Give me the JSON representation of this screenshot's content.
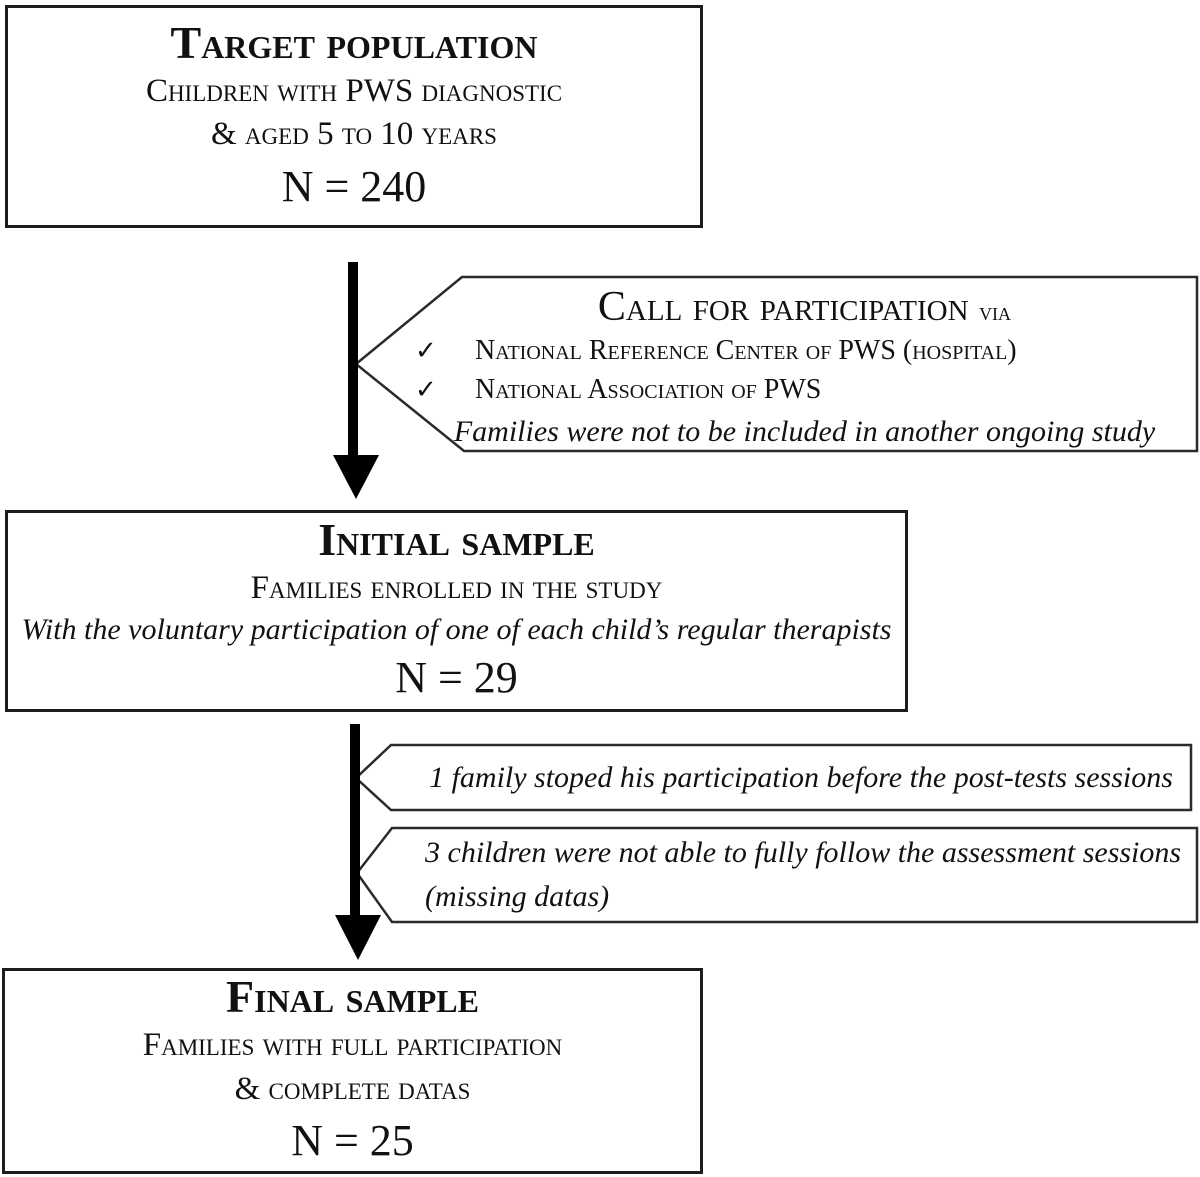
{
  "flowchart": {
    "boxes": {
      "target_population": {
        "title": "Target population",
        "line1": "Children with PWS diagnostic",
        "line2": "& aged 5 to 10 years",
        "count": "N = 240"
      },
      "initial_sample": {
        "title": "Initial sample",
        "line1": "Families enrolled in the study",
        "note_italic": "With the voluntary participation of one of each child’s regular therapists",
        "count": "N = 29"
      },
      "final_sample": {
        "title": "Final sample",
        "line1": "Families with full participation",
        "line2": "& complete datas",
        "count": "N = 25"
      }
    },
    "callouts": {
      "call_for_participation": {
        "title": "Call for participation",
        "title_suffix": "via",
        "check_icon": "✓",
        "items": [
          "National Reference Center of PWS (hospital)",
          "National Association of PWS"
        ],
        "note_italic": "Families were not to be included in another ongoing study"
      },
      "dropout_1": {
        "text": "1 family stoped his participation before the post-tests sessions"
      },
      "dropout_2": {
        "line1": "3 children were not able to fully follow the assessment sessions",
        "line2": "(missing datas)"
      }
    },
    "colors": {
      "ink": "#111111",
      "box_border": "#1d1d1d",
      "callout_border": "#2b2b2b",
      "arrow": "#000000",
      "background": "#ffffff"
    }
  }
}
